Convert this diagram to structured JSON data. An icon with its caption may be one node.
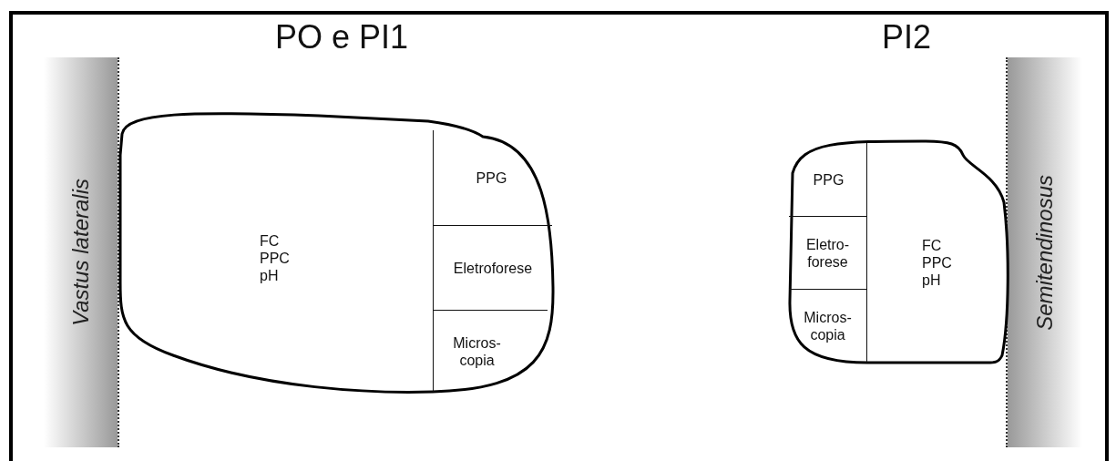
{
  "diagram": {
    "nodes": [
      {
        "text": [
          "Vastus lateralis"
        ]
      },
      {
        "text": [],
        "shape": "picture"
      },
      {
        "text": [
          "FC",
          "PPC",
          "pH"
        ],
        "in": 1
      },
      {
        "text": [
          "PPG"
        ],
        "in": 1
      },
      {
        "text": [
          "Eletroforese"
        ],
        "in": 1
      },
      {
        "text": [
          "Micros- copia"
        ],
        "in": 1
      },
      {
        "text": [
          "Semitendinosus"
        ]
      },
      {
        "text": [],
        "shape": "picture"
      },
      {
        "text": [
          "PPG"
        ],
        "in": 7
      },
      {
        "text": [
          "Eletro- forese"
        ],
        "in": 7
      },
      {
        "text": [
          "Micros- copia"
        ],
        "in": 7
      },
      {
        "text": [
          "FC",
          "PPC",
          "pH"
        ],
        "in": 7
      }
    ],
    "labels": [
      "PO e PI1",
      "PI2"
    ]
  }
}
